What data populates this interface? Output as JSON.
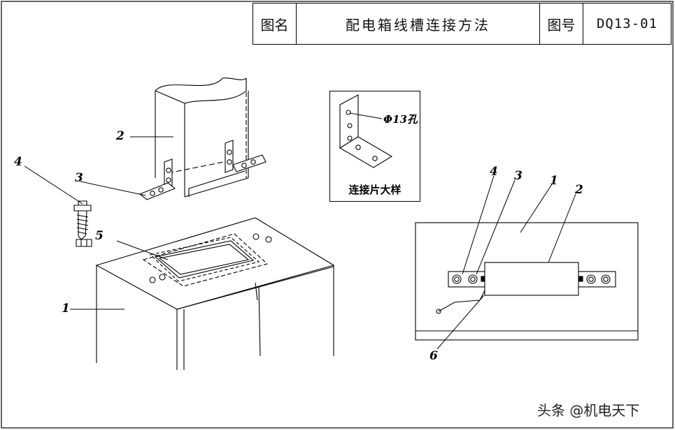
{
  "title_block": {
    "name_label": "图名",
    "name_value": "配电箱线槽连接方法",
    "number_label": "图号",
    "number_value": "DQ13-01"
  },
  "left_view": {
    "labels": [
      "1",
      "2",
      "3",
      "4",
      "5"
    ]
  },
  "detail": {
    "hole_label": "Φ13孔",
    "caption": "连接片大样"
  },
  "right_view": {
    "labels": [
      "4",
      "3",
      "1",
      "2",
      "6"
    ]
  },
  "watermark": "头条 @机电天下"
}
